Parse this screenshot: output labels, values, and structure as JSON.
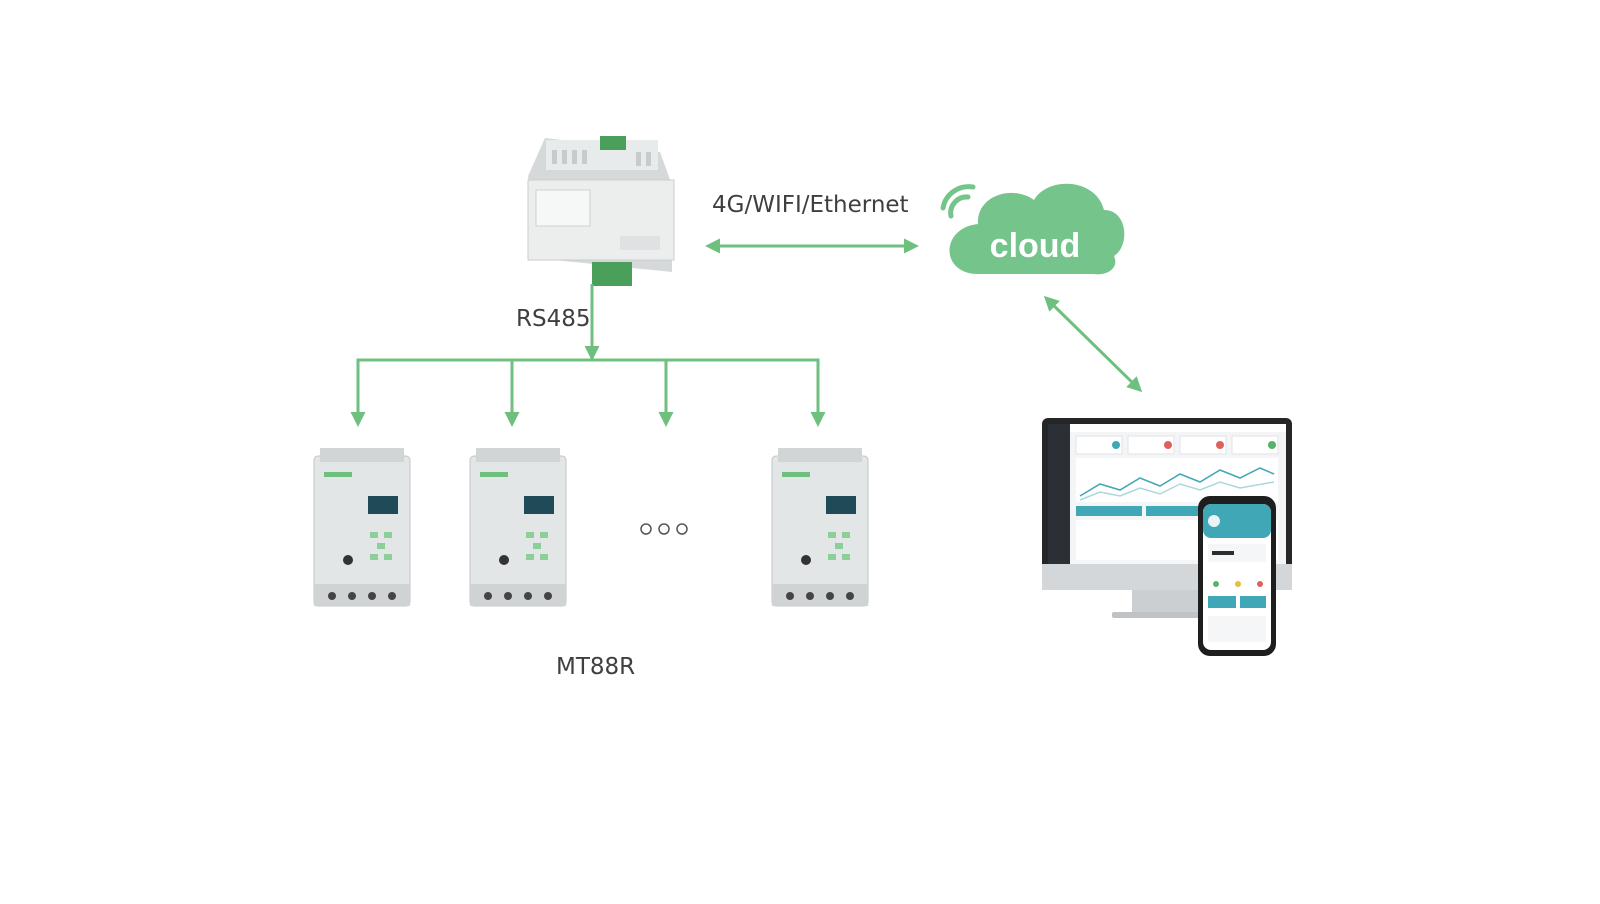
{
  "labels": {
    "link": "4G/WIFI/Ethernet",
    "bus": "RS485",
    "cloud": "cloud",
    "model": "MT88R"
  },
  "colors": {
    "line": "#6fbf7f",
    "cloud": "#74c48b",
    "device_body": "#e3e6e6",
    "screen": "#1f4b58"
  }
}
